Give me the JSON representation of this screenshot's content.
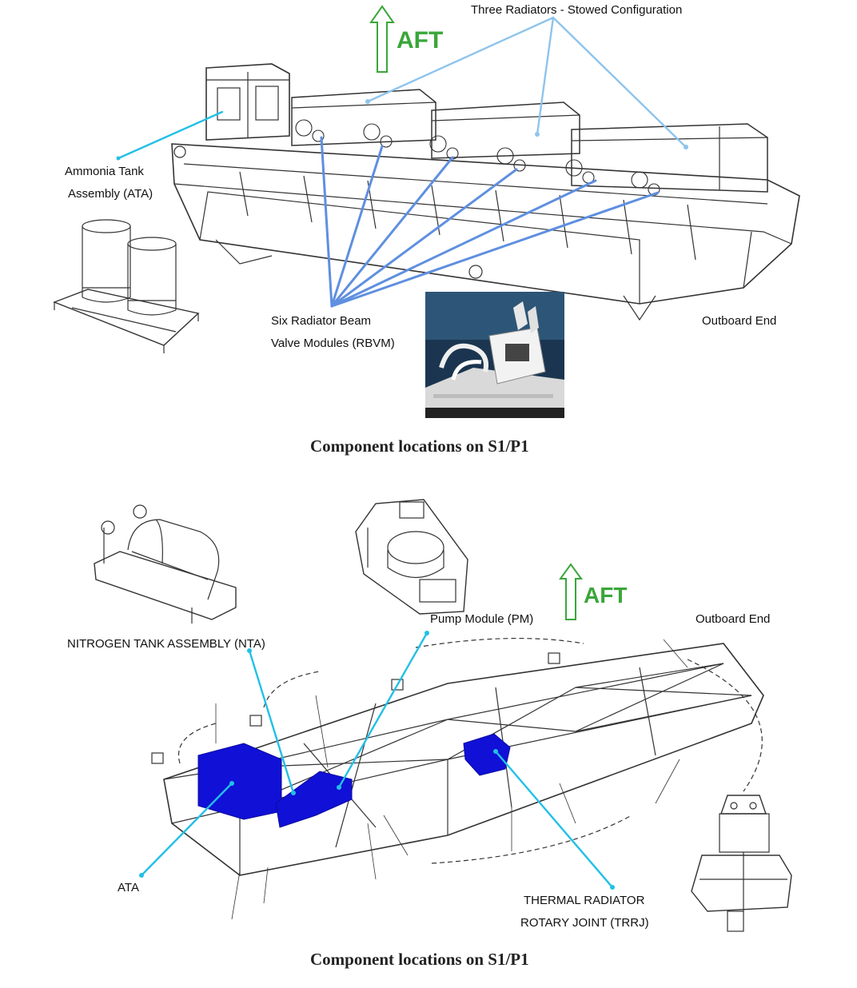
{
  "colors": {
    "leader_light": "#8ec4ec",
    "leader_mid": "#5f8fe0",
    "leader_cyan": "#22c0e6",
    "highlight_blue": "#1010d6",
    "aft_green": "#3aa63a",
    "line_art": "#333333"
  },
  "top": {
    "aft": "AFT",
    "radiators": "Three Radiators - Stowed Configuration",
    "ata_line1": "Ammonia Tank",
    "ata_line2": "Assembly (ATA)",
    "rbvm_line1": "Six Radiator Beam",
    "rbvm_line2": "Valve Modules (RBVM)",
    "outboard": "Outboard End",
    "caption": "Component locations on S1/P1"
  },
  "bottom": {
    "aft": "AFT",
    "pump": "Pump Module (PM)",
    "outboard": "Outboard End",
    "nta": "NITROGEN TANK ASSEMBLY (NTA)",
    "ata": "ATA",
    "trrj_line1": "THERMAL RADIATOR",
    "trrj_line2": "ROTARY JOINT (TRRJ)",
    "caption": "Component locations on S1/P1"
  }
}
